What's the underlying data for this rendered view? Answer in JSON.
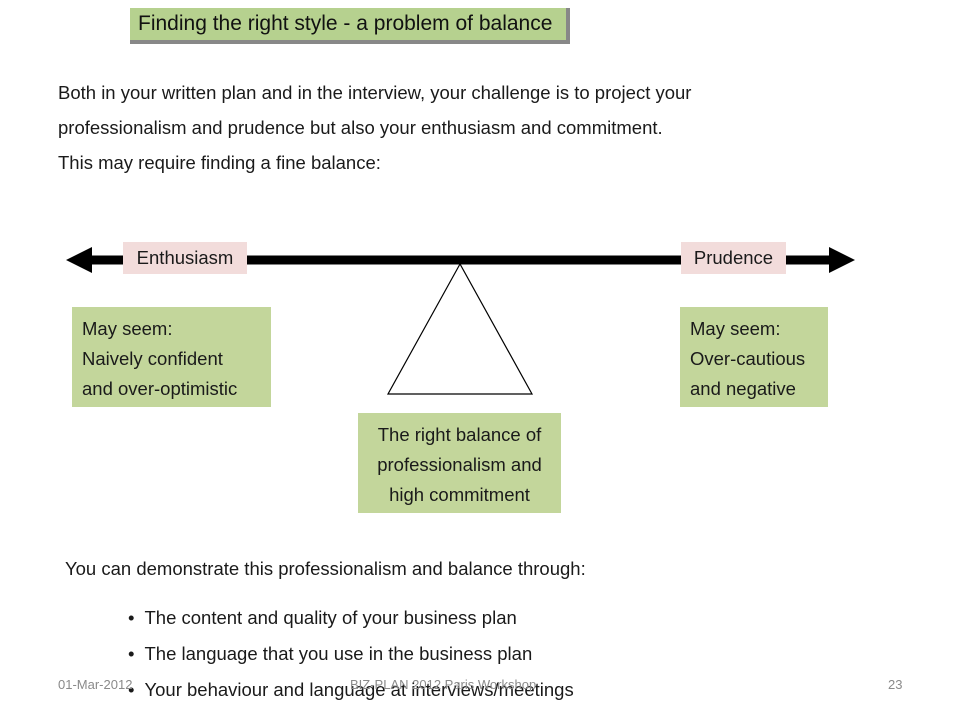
{
  "slide": {
    "title": "Finding the right style - a problem of balance",
    "intro_lines": [
      "Both in your written plan and in the interview, your challenge is to project your",
      "professionalism and prudence but also your enthusiasm and commitment.",
      "This may require finding a fine balance:"
    ],
    "diagram": {
      "left_label": "Enthusiasm",
      "right_label": "Prudence",
      "left_box": [
        "May seem:",
        "Naively confident",
        "and over-optimistic"
      ],
      "right_box": [
        "May seem:",
        "Over-cautious",
        "and negative"
      ],
      "center_box": [
        "The right balance of",
        "professionalism and",
        "high commitment"
      ]
    },
    "outro": "You can demonstrate this professionalism and balance through:",
    "bullets": [
      "The content and quality of your business plan",
      "The language that you use in the business plan",
      "Your behaviour and language at interviews/meetings"
    ],
    "footer": {
      "date": "01-Mar-2012",
      "center": "BIZ-PLAN 2012 Paris Workshop",
      "page": "23"
    },
    "colors": {
      "title_fill": "#b6d18f",
      "label_fill": "#f2dcdb",
      "box_fill": "#c3d69b"
    }
  }
}
